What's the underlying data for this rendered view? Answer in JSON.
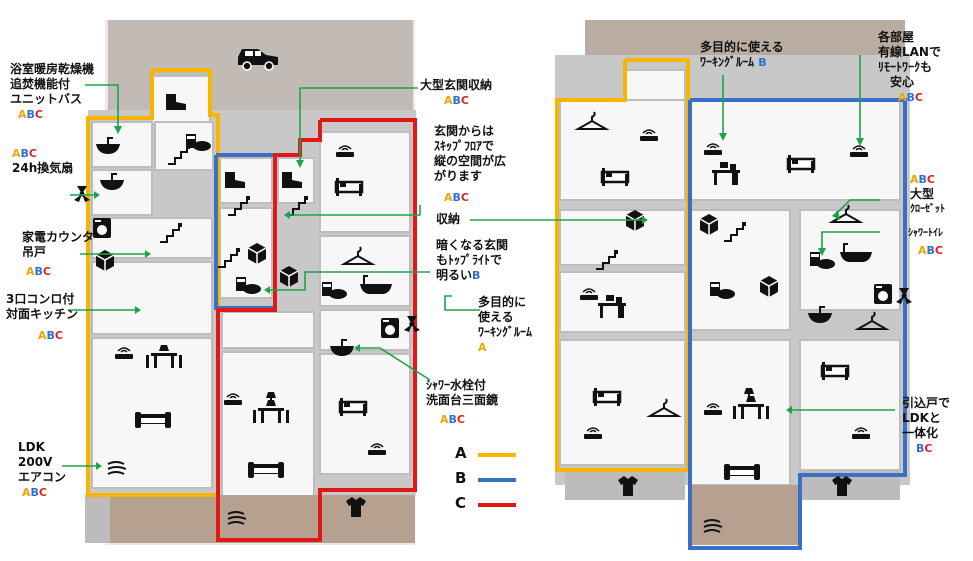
{
  "colors": {
    "A": "#f7b500",
    "B": "#3a6fc8",
    "C": "#e01818",
    "arrow": "#1aa548"
  },
  "icons": [
    "car-icon",
    "bed-icon",
    "sofa-icon",
    "dining-table-icon",
    "desk-icon",
    "wifi-router-icon",
    "hanger-icon",
    "toilet-icon",
    "bathtub-icon",
    "sink-icon",
    "washing-machine-icon",
    "stairs-icon",
    "box-icon",
    "boot-icon",
    "lamp-icon",
    "air-conditioner-icon",
    "fan-icon",
    "shirt-icon"
  ],
  "left_labels": {
    "bath": {
      "lines": [
        "浴室暖房乾燥機",
        "追焚機能付",
        "ユニットバス"
      ],
      "tag": [
        "A",
        "B",
        "C"
      ]
    },
    "fan": {
      "tag": [
        "A",
        "B",
        "C"
      ],
      "lines": [
        "24h換気扇"
      ]
    },
    "cabinet": {
      "lines": [
        "家電カウンター",
        "吊戸"
      ],
      "tag": [
        "A",
        "B",
        "C"
      ]
    },
    "kitchen": {
      "lines": [
        "3口コンロ付",
        "対面キッチン"
      ],
      "tag": [
        "A",
        "B",
        "C"
      ]
    },
    "aircon": {
      "lines": [
        "LDK",
        "200V",
        "エアコン"
      ],
      "tag": [
        "A",
        "B",
        "C"
      ]
    }
  },
  "mid_labels": {
    "entrance_storage": {
      "lines": [
        "大型玄関収納"
      ],
      "tag": [
        "A",
        "B",
        "C"
      ]
    },
    "skip_floor": {
      "lines": [
        "玄関からは",
        "ｽｷｯﾌﾟﾌﾛｱで",
        "縦の空間が広",
        "がります"
      ],
      "tag": [
        "A",
        "B",
        "C"
      ]
    },
    "storage": {
      "lines": [
        "収納"
      ]
    },
    "skylight": {
      "lines": [
        "暗くなる玄関",
        "もﾄｯﾌﾟﾗｲﾄで",
        "明るい"
      ],
      "tag": [
        "B"
      ]
    },
    "work_room": {
      "lines": [
        "多目的に",
        "使える",
        "ﾜｰｷﾝｸﾞﾙｰﾑ"
      ],
      "tag": [
        "A"
      ]
    },
    "shower_vanity": {
      "lines": [
        "ｼｬﾜｰ水栓付",
        "洗面台三面鏡"
      ],
      "tag": [
        "A",
        "B",
        "C"
      ]
    }
  },
  "legend": [
    {
      "key": "A"
    },
    {
      "key": "B"
    },
    {
      "key": "C"
    }
  ],
  "right_labels": {
    "work_room_top": {
      "lines": [
        "多目的に使える",
        "ﾜｰｷﾝｸﾞﾙｰﾑ"
      ],
      "tag": [
        "B"
      ]
    },
    "lan": {
      "lines": [
        "各部屋",
        "有線LANで",
        "ﾘﾓｰﾄﾜｰｸも",
        "安心"
      ],
      "tag": [
        "A",
        "B",
        "C"
      ]
    },
    "closet": {
      "tag": [
        "A",
        "B",
        "C"
      ],
      "lines": [
        "大型",
        "ｸﾛｰｾﾞｯﾄ"
      ]
    },
    "shower_toilet": {
      "lines": [
        "ｼｬﾜｰﾄｲﾚ"
      ],
      "tag": [
        "A",
        "B",
        "C"
      ]
    },
    "sliding": {
      "lines": [
        "引込戸で",
        "LDKと",
        "一体化"
      ],
      "tag": [
        "B",
        "C"
      ]
    }
  }
}
